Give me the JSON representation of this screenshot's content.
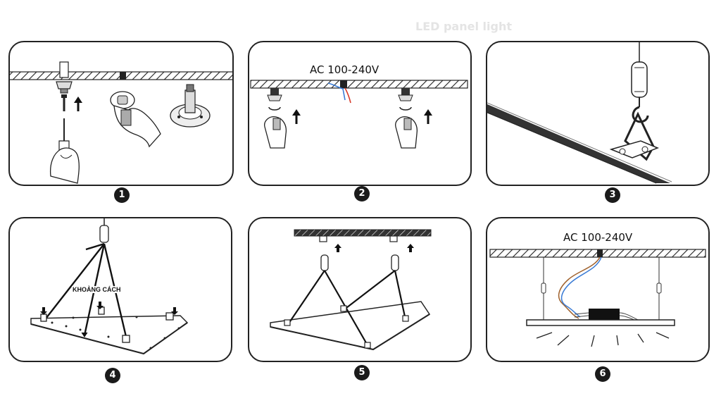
{
  "watermark": "LED panel light",
  "steps": [
    {
      "number": "1"
    },
    {
      "number": "2",
      "supply_label": "AC 100-240V"
    },
    {
      "number": "3"
    },
    {
      "number": "4",
      "distance_label": "KHOẢNG CÁCH"
    },
    {
      "number": "5"
    },
    {
      "number": "6",
      "supply_label": "AC 100-240V"
    }
  ],
  "colors": {
    "line": "#1a1a1a",
    "wire_blue": "#3a7bd5",
    "wire_red": "#d63a2a",
    "wire_brown": "#a0622d"
  }
}
